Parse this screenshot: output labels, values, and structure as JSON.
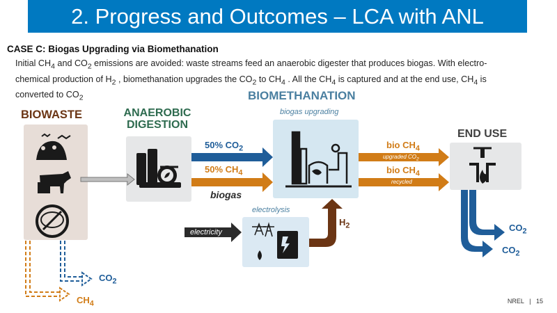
{
  "header": {
    "title": "2.  Progress and Outcomes – LCA with ANL"
  },
  "case": {
    "title": "CASE C: Biogas Upgrading via Biomethanation",
    "intro_line1_parts": [
      "Initial CH",
      "4",
      " and CO",
      "2",
      " emissions are avoided: waste streams feed an anaerobic digester that produces biogas. With electro-"
    ],
    "intro_line2_parts": [
      "chemical production of H",
      "2",
      " , biomethanation upgrades the CO",
      "2",
      " to CH",
      "4",
      " . All the CH",
      "4",
      " is captured and at the end use, CH",
      "4",
      " is"
    ],
    "intro_line3_parts": [
      "converted to CO",
      "2"
    ]
  },
  "diagram": {
    "biowaste": "BIOWASTE",
    "digestion_line1": "ANAEROBIC",
    "digestion_line2": "DIGESTION",
    "biomethanation": "BIOMETHANATION",
    "biogas_upgrading": "biogas upgrading",
    "end_use": "END USE",
    "electrolysis": "electrolysis",
    "electricity": "electricity",
    "biogas": "biogas",
    "co2_50": {
      "prefix": "50% CO",
      "sub": "2"
    },
    "ch4_50": {
      "prefix": "50% CH",
      "sub": "4"
    },
    "bio_ch4_top": {
      "prefix": "bio CH",
      "sub": "4"
    },
    "bio_ch4_bottom": {
      "prefix": "bio CH",
      "sub": "4"
    },
    "upgraded_co2": {
      "prefix": "upgraded CO",
      "sub": "2"
    },
    "recycled": "recycled",
    "h2": {
      "prefix": "H",
      "sub": "2"
    },
    "enduse_co2_a": {
      "prefix": "CO",
      "sub": "2"
    },
    "enduse_co2_b": {
      "prefix": "CO",
      "sub": "2"
    },
    "avoided_co2": {
      "prefix": "CO",
      "sub": "2"
    },
    "avoided_ch4": {
      "prefix": "CH",
      "sub": "4"
    }
  },
  "colors": {
    "blue": "#1f5d99",
    "orange": "#d17c17",
    "brown": "#6b3514",
    "dark_green": "#2e6b4f",
    "gray_text": "#404040",
    "teal_text": "#4a7fa0"
  },
  "footer": {
    "org": "NREL",
    "separator": "|",
    "page": "15"
  }
}
